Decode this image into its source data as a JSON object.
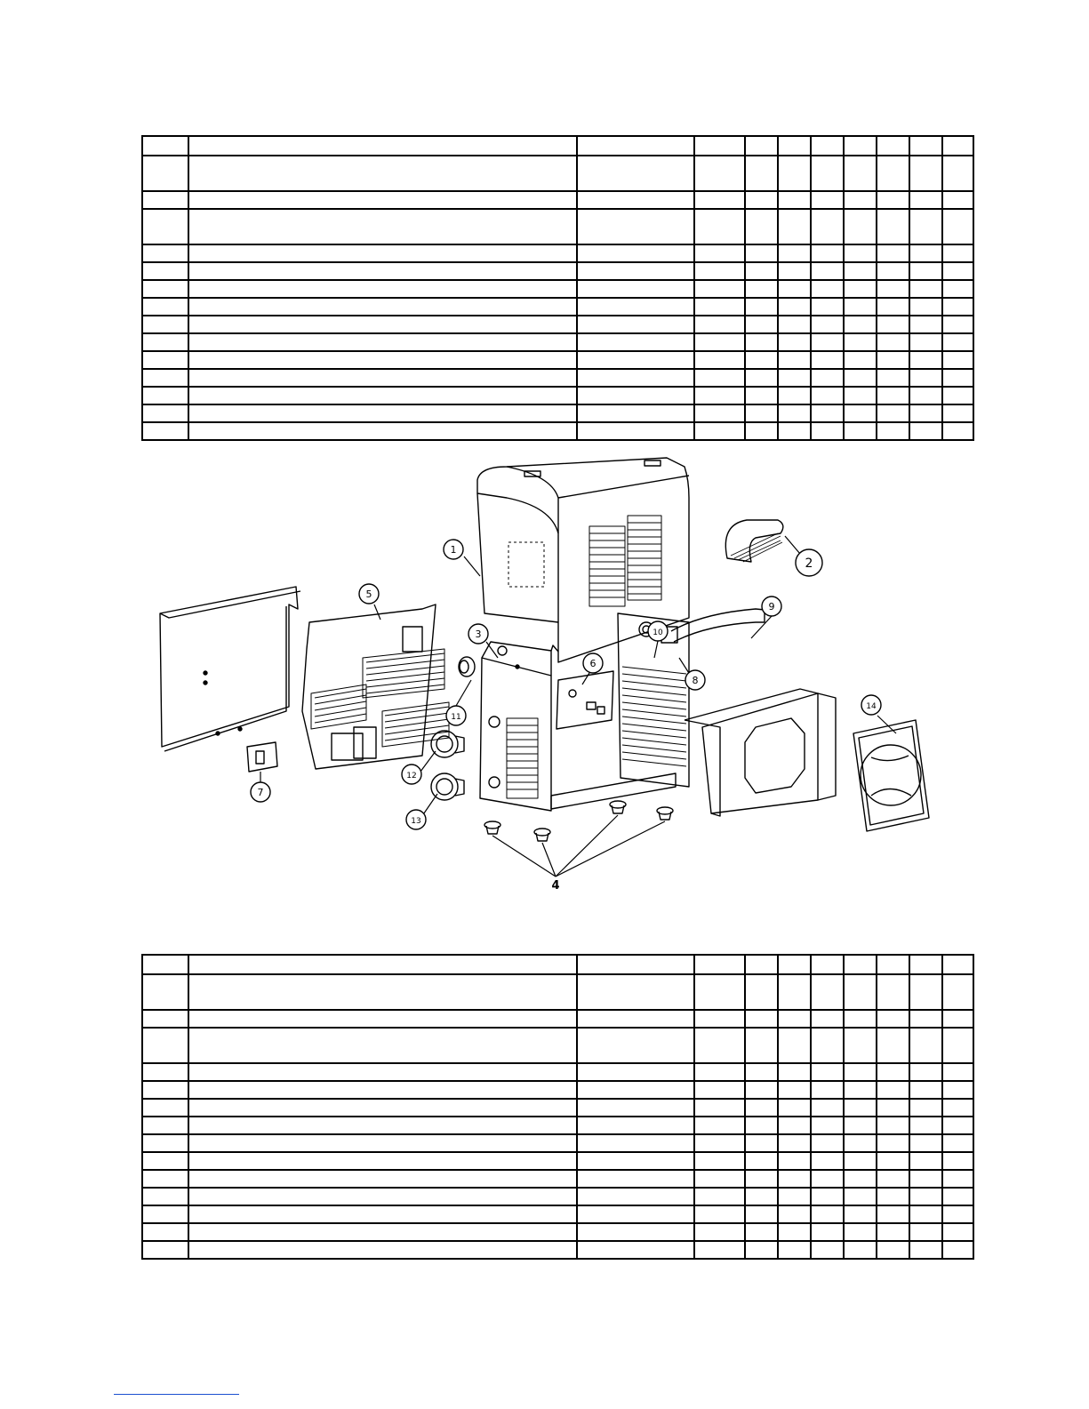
{
  "tables": [
    {
      "id": "top",
      "rows": [
        22,
        40,
        20,
        40,
        20,
        20,
        20,
        20,
        20,
        20,
        20,
        20,
        20,
        20,
        20
      ],
      "cols": [
        52,
        437,
        132,
        57,
        37,
        37,
        37,
        37,
        37,
        37,
        35
      ]
    },
    {
      "id": "bottom",
      "rows": [
        22,
        40,
        20,
        40,
        20,
        20,
        20,
        20,
        20,
        20,
        20,
        20,
        20,
        20,
        20
      ],
      "cols": [
        52,
        437,
        132,
        57,
        37,
        37,
        37,
        37,
        37,
        37,
        35
      ]
    }
  ],
  "diagram": {
    "callouts": [
      {
        "label": "1"
      },
      {
        "label": "2"
      },
      {
        "label": "3"
      },
      {
        "label": "4"
      },
      {
        "label": "5"
      },
      {
        "label": "6"
      },
      {
        "label": "7"
      },
      {
        "label": "8"
      },
      {
        "label": "9"
      },
      {
        "label": "10"
      },
      {
        "label": "11"
      },
      {
        "label": "12"
      },
      {
        "label": "13"
      },
      {
        "label": "14"
      }
    ]
  }
}
